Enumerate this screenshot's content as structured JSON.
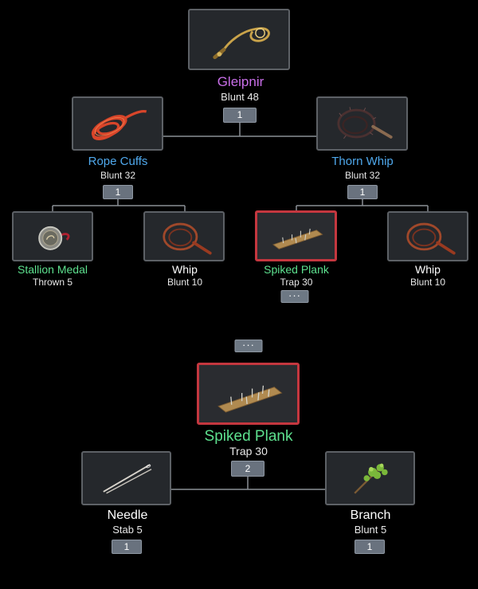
{
  "colors": {
    "rarity_purple": "#c86ee8",
    "rarity_blue": "#4fa8ec",
    "rarity_green": "#5de08e",
    "rarity_white": "#ffffff",
    "selected_border": "#c4373f"
  },
  "tree": {
    "root": {
      "name": "Gleipnir",
      "stat": "Blunt 48",
      "count": "1",
      "icon": "chain-whip-icon",
      "rarity": "purple"
    },
    "left": {
      "name": "Rope Cuffs",
      "stat": "Blunt 32",
      "count": "1",
      "icon": "rope-icon",
      "rarity": "blue"
    },
    "right": {
      "name": "Thorn Whip",
      "stat": "Blunt 32",
      "count": "1",
      "icon": "thorn-whip-icon",
      "rarity": "blue"
    },
    "leaves": [
      {
        "name": "Stallion Medal",
        "stat": "Thrown 5",
        "icon": "medal-icon",
        "rarity": "green"
      },
      {
        "name": "Whip",
        "stat": "Blunt 10",
        "icon": "whip-icon",
        "rarity": "white"
      },
      {
        "name": "Spiked Plank",
        "stat": "Trap 30",
        "icon": "spiked-plank-icon",
        "rarity": "green",
        "selected": true,
        "more": "···"
      },
      {
        "name": "Whip",
        "stat": "Blunt 10",
        "icon": "whip-icon",
        "rarity": "white"
      }
    ]
  },
  "separator_more": "···",
  "detail": {
    "name": "Spiked Plank",
    "stat": "Trap 30",
    "count": "2",
    "icon": "spiked-plank-icon",
    "rarity": "green",
    "selected": true,
    "ingredients": [
      {
        "name": "Needle",
        "stat": "Stab 5",
        "count": "1",
        "icon": "needle-icon",
        "rarity": "white"
      },
      {
        "name": "Branch",
        "stat": "Blunt 5",
        "count": "1",
        "icon": "branch-icon",
        "rarity": "white"
      }
    ]
  }
}
